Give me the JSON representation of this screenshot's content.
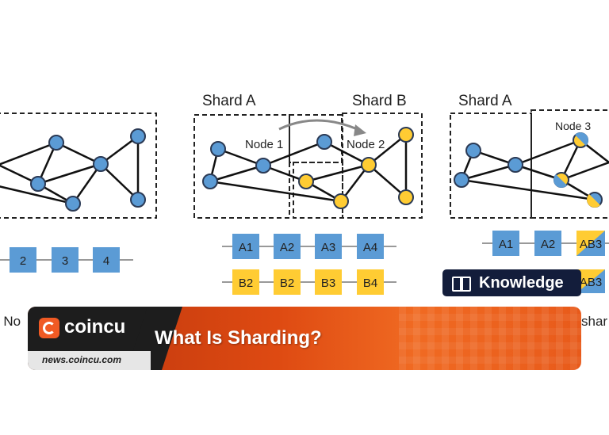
{
  "diagram": {
    "left_panel": {
      "caption_fragment": ") No",
      "blocks": [
        "2",
        "3",
        "4"
      ]
    },
    "middle_panel": {
      "shard_a_label": "Shard A",
      "shard_b_label": "Shard B",
      "node1_label": "Node 1",
      "node2_label": "Node 2",
      "row_a": [
        "A1",
        "A2",
        "A3",
        "A4"
      ],
      "row_b": [
        "B2",
        "B2",
        "B3",
        "B4"
      ]
    },
    "right_panel": {
      "shard_a_label": "Shard A",
      "node3_label": "Node 3",
      "row_a": [
        "A1",
        "A2",
        "AB3"
      ],
      "row_b_partial": "AB3",
      "caption_fragment": "shar"
    },
    "colors": {
      "blue": "#5b9bd5",
      "yellow": "#ffcc33",
      "node_stroke": "#2b3a55"
    }
  },
  "banner": {
    "brand": "coincu",
    "site": "news.coincu.com",
    "title": "What Is Sharding?"
  },
  "badge": {
    "label": "Knowledge",
    "icon": "book-icon"
  }
}
